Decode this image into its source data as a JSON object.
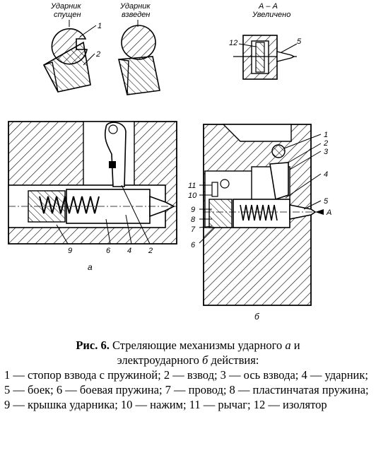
{
  "figure": {
    "top_labels": {
      "released": [
        "Ударник",
        "спущен"
      ],
      "cocked": [
        "Ударник",
        "взведен"
      ],
      "section": [
        "А – А",
        "Увеличено"
      ]
    },
    "numbers": {
      "top_released": [
        "1",
        "2"
      ],
      "section": [
        "12",
        "5"
      ],
      "a": [
        "9",
        "6",
        "4",
        "2"
      ],
      "b_right": [
        "1",
        "2",
        "3",
        "4",
        "5"
      ],
      "b_left": [
        "11",
        "10",
        "9",
        "8",
        "7",
        "6"
      ]
    },
    "section_marker": "А",
    "view_labels": {
      "a": "а",
      "b": "б"
    }
  },
  "caption": {
    "title_prefix": "Рис. 6.",
    "title_part1": " Стреляющие механизмы ударного ",
    "title_a": "а",
    "title_part2": " и",
    "title_line2_part1": "электроударного ",
    "title_b": "б",
    "title_line2_part2": " действия:",
    "legend": "1 — стопор взвода с пружиной; 2 — взвод; 3 — ось взвода; 4 — ударник; 5 — боек; 6 — боевая пружина; 7 — провод; 8 — пластинчатая пружина; 9 — крышка ударника; 10 — нажим; 11 — рычаг; 12 — изолятор"
  }
}
